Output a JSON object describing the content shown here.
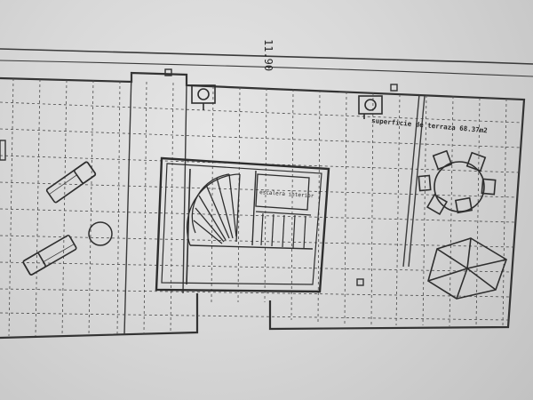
{
  "plan": {
    "dimension_label": "11.90",
    "area_label": "superficie de terraza 68.37m2",
    "stair_note": "escalera interior",
    "colors": {
      "paper": "#dcdcdc",
      "ink": "#3a3a3a",
      "grid": "#4a4a4a"
    }
  }
}
